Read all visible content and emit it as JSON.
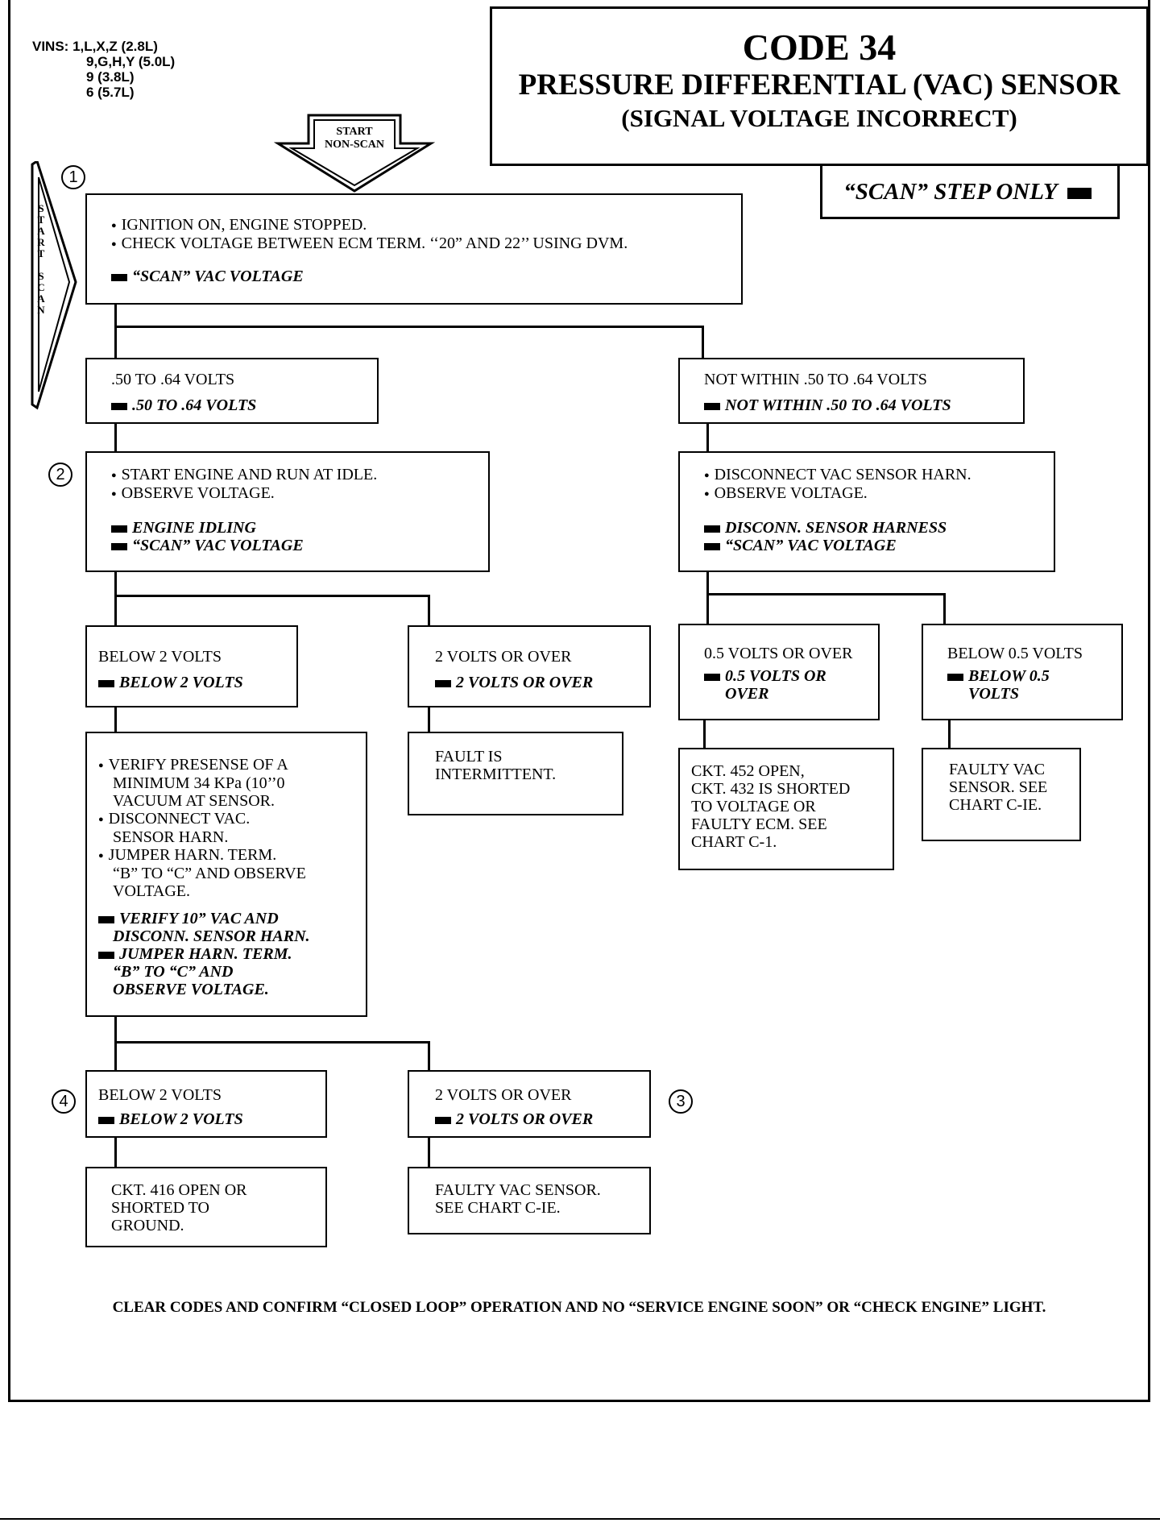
{
  "vins": {
    "label": "VINS:",
    "lines": [
      "1,L,X,Z (2.8L)",
      "9,G,H,Y (5.0L)",
      "9 (3.8L)",
      "6 (5.7L)"
    ]
  },
  "title": {
    "code": "CODE 34",
    "name": "PRESSURE DIFFERENTIAL (VAC) SENSOR",
    "sub": "(SIGNAL VOLTAGE INCORRECT)"
  },
  "scan_legend": "“SCAN” STEP ONLY",
  "start_nonscan": [
    "START",
    "NON-SCAN"
  ],
  "start_scan": [
    "S",
    "T",
    "A",
    "R",
    "T",
    "",
    "S",
    "C",
    "A",
    "N"
  ],
  "steps": [
    "1",
    "2",
    "3",
    "4"
  ],
  "box1": {
    "bullets": [
      "IGNITION ON, ENGINE STOPPED.",
      "CHECK VOLTAGE BETWEEN ECM TERM. ‘‘20” AND 22’’ USING DVM."
    ],
    "scan": "“SCAN” VAC VOLTAGE"
  },
  "b_left_range": {
    "text": ".50 TO .64 VOLTS",
    "scan": ".50 TO .64 VOLTS"
  },
  "b_right_range": {
    "text": "NOT WITHIN .50 TO .64 VOLTS",
    "scan": "NOT WITHIN .50 TO .64 VOLTS"
  },
  "box2_left": {
    "bullets": [
      "START ENGINE AND RUN AT IDLE.",
      "OBSERVE VOLTAGE."
    ],
    "scan": [
      "ENGINE IDLING",
      "“SCAN” VAC VOLTAGE"
    ]
  },
  "box2_right": {
    "bullets": [
      "DISCONNECT VAC SENSOR HARN.",
      "OBSERVE VOLTAGE."
    ],
    "scan": [
      "DISCONN. SENSOR HARNESS",
      "“SCAN” VAC VOLTAGE"
    ]
  },
  "b_below2_a": {
    "text": "BELOW 2 VOLTS",
    "scan": "BELOW 2 VOLTS"
  },
  "b_over2_a": {
    "text": "2 VOLTS OR OVER",
    "scan": "2 VOLTS OR OVER"
  },
  "b_over05": {
    "text": "0.5 VOLTS OR OVER",
    "scan": [
      "0.5 VOLTS OR",
      "OVER"
    ]
  },
  "b_below05": {
    "text": "BELOW 0.5 VOLTS",
    "scan": [
      "BELOW 0.5",
      "VOLTS"
    ]
  },
  "box_verify": {
    "bullets": [
      [
        "VERIFY PRESENSE OF A",
        "MINIMUM 34  KPa (10’’0",
        "VACUUM AT SENSOR."
      ],
      [
        "DISCONNECT VAC.",
        "SENSOR HARN."
      ],
      [
        "JUMPER HARN. TERM.",
        "“B” TO “C” AND OBSERVE",
        "VOLTAGE."
      ]
    ],
    "scan": [
      [
        "VERIFY 10” VAC AND",
        "DISCONN. SENSOR HARN."
      ],
      [
        "JUMPER HARN. TERM.",
        "“B” TO “C” AND",
        "OBSERVE VOLTAGE."
      ]
    ]
  },
  "fault_intermittent": [
    "FAULT IS",
    "INTERMITTENT."
  ],
  "ckt452": [
    "CKT. 452 OPEN,",
    "CKT. 432 IS SHORTED",
    "TO VOLTAGE OR",
    "FAULTY ECM. SEE",
    "CHART C-1."
  ],
  "faulty_vac_right": [
    "FAULTY VAC",
    "SENSOR. SEE",
    "CHART C-IE."
  ],
  "b_below2_b": {
    "text": "BELOW 2 VOLTS",
    "scan": "BELOW 2 VOLTS"
  },
  "b_over2_b": {
    "text": "2 VOLTS OR OVER",
    "scan": "2 VOLTS OR OVER"
  },
  "ckt416": [
    "CKT. 416 OPEN OR",
    "SHORTED TO",
    "GROUND."
  ],
  "faulty_vac_bottom": [
    "FAULTY VAC SENSOR.",
    "SEE CHART C-IE."
  ],
  "footer": "CLEAR CODES AND CONFIRM “CLOSED LOOP” OPERATION AND NO “SERVICE ENGINE SOON” OR “CHECK ENGINE” LIGHT."
}
